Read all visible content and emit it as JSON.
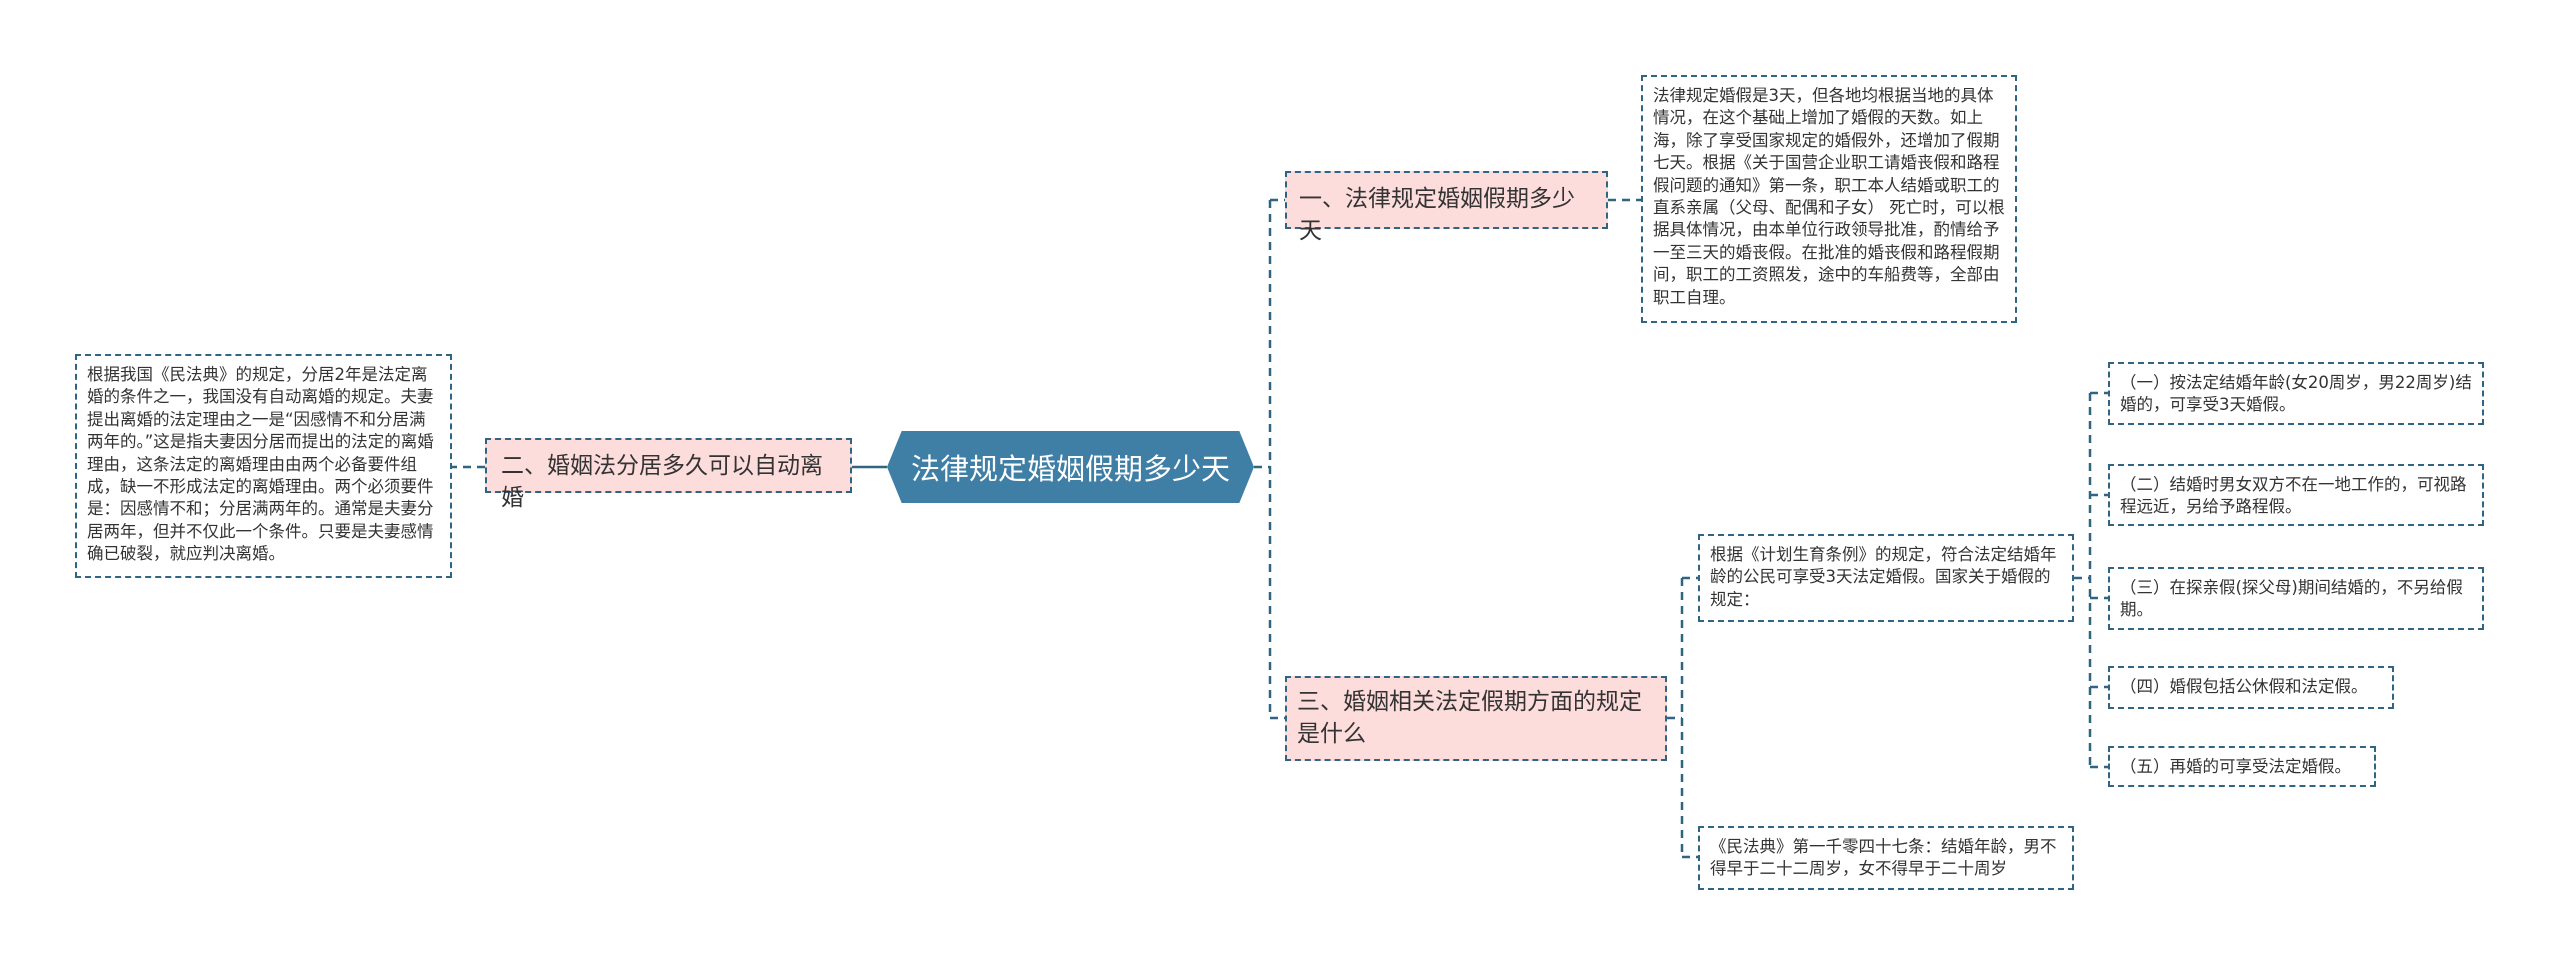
{
  "root": {
    "label": "法律规定婚姻假期多少天"
  },
  "branches": [
    {
      "label": "一、法律规定婚姻假期多少天",
      "detail": "法律规定婚假是3天，但各地均根据当地的具体情况，在这个基础上增加了婚假的天数。如上海，除了享受国家规定的婚假外，还增加了假期七天。根据《关于国营企业职工请婚丧假和路程假问题的通知》第一条，职工本人结婚或职工的直系亲属（父母、配偶和子女） 死亡时，可以根据具体情况，由本单位行政领导批准，酌情给予一至三天的婚丧假。在批准的婚丧假和路程假期间，职工的工资照发，途中的车船费等，全部由职工自理。"
    },
    {
      "label": "二、婚姻法分居多久可以自动离婚",
      "detail": "根据我国《民法典》的规定，分居2年是法定离婚的条件之一，我国没有自动离婚的规定。夫妻提出离婚的法定理由之一是“因感情不和分居满两年的。”这是指夫妻因分居而提出的法定的离婚理由，这条法定的离婚理由由两个必备要件组成，缺一不形成法定的离婚理由。两个必须要件是：因感情不和；分居满两年的。通常是夫妻分居两年，但并不仅此一个条件。只要是夫妻感情确已破裂，就应判决离婚。"
    },
    {
      "label": "三、婚姻相关法定假期方面的规定是什么",
      "children": [
        {
          "label": "根据《计划生育条例》的规定，符合法定结婚年龄的公民可享受3天法定婚假。国家关于婚假的规定：",
          "children": [
            "（一）按法定结婚年龄(女20周岁，男22周岁)结婚的，可享受3天婚假。",
            "（二）结婚时男女双方不在一地工作的，可视路程远近，另给予路程假。",
            "（三）在探亲假(探父母)期间结婚的，不另给假期。",
            "（四）婚假包括公休假和法定假。",
            "（五）再婚的可享受法定婚假。"
          ]
        },
        {
          "label": "《民法典》第一千零四十七条：结婚年龄，男不得早于二十二周岁，女不得早于二十周岁"
        }
      ]
    }
  ],
  "colors": {
    "root": "#3f7ea5",
    "branch": "#fddcdc",
    "border": "#2f6482"
  }
}
